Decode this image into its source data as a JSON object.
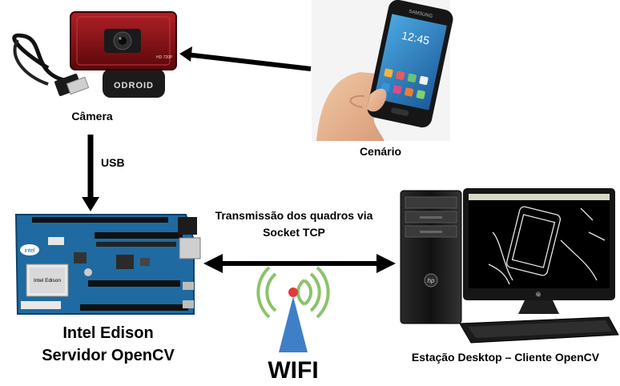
{
  "nodes": {
    "camera": {
      "label": "Câmera",
      "brand": "ODROID",
      "model_text": "HD 720P"
    },
    "scenario": {
      "label": "Cenário",
      "phone_brand": "SAMSUNG"
    },
    "edison": {
      "label_line1": "Intel Edison",
      "label_line2": "Servidor OpenCV",
      "chip_text": "Intel Edison",
      "logo_text": "intel"
    },
    "desktop": {
      "label": "Estação Desktop – Cliente OpenCV",
      "tower_logo": "hp",
      "monitor_logo": "hp"
    }
  },
  "edges": {
    "usb": {
      "label": "USB"
    },
    "transmission": {
      "label_line1": "Transmissão dos quadros via",
      "label_line2": "Socket TCP"
    }
  },
  "wifi": {
    "label": "WIFI",
    "colors": {
      "waves": "#8cc36a",
      "tower": "#3f7fc8",
      "dot": "#e03a3a"
    }
  },
  "colors": {
    "arrow": "#000000",
    "board": "#1f6aa0",
    "camera_body": "#8b0f14"
  }
}
